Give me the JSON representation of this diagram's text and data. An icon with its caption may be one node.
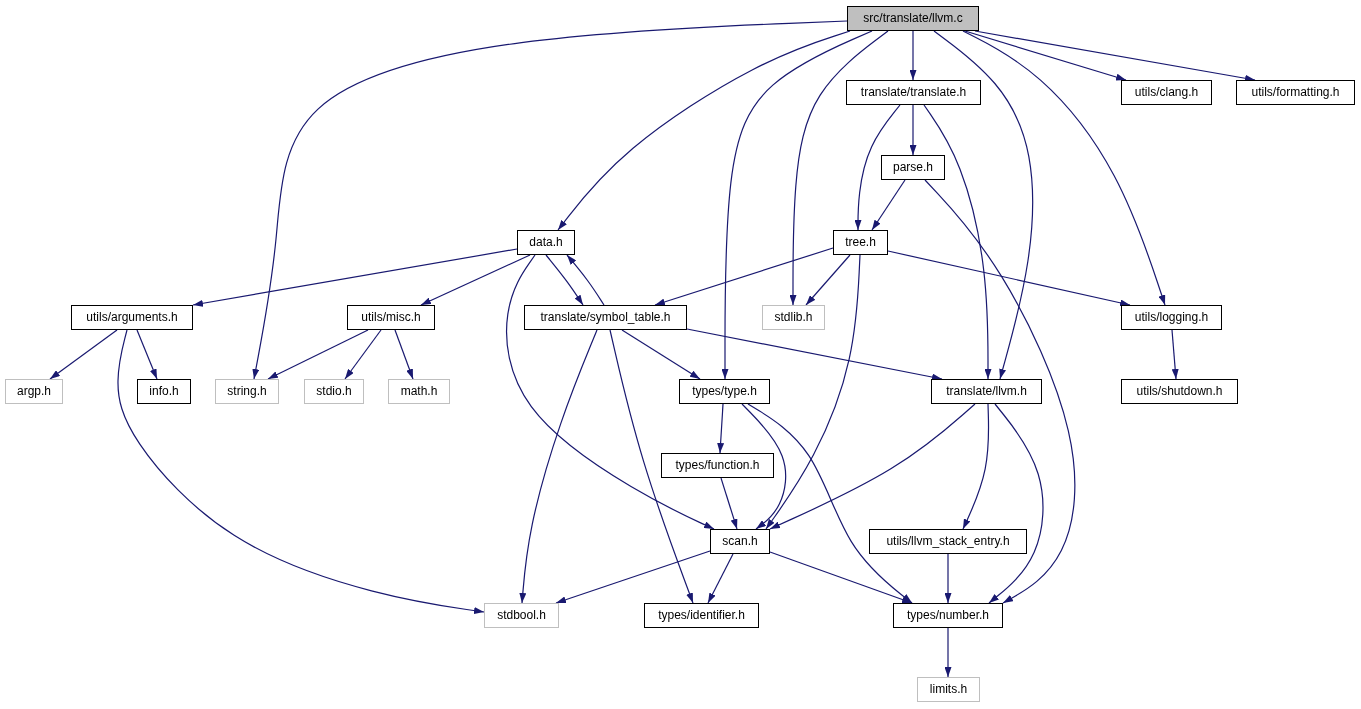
{
  "diagram": {
    "nodes": [
      {
        "text": [
          "src/translate/llvm.c"
        ]
      },
      {
        "text": [
          "translate/translate.h"
        ]
      },
      {
        "text": [
          "utils/clang.h"
        ]
      },
      {
        "text": [
          "utils/formatting.h"
        ]
      },
      {
        "text": [
          "parse.h"
        ]
      },
      {
        "text": [
          "data.h"
        ]
      },
      {
        "text": [
          "tree.h"
        ]
      },
      {
        "text": [
          "utils/arguments.h"
        ]
      },
      {
        "text": [
          "utils/misc.h"
        ]
      },
      {
        "text": [
          "translate/symbol_table.h"
        ]
      },
      {
        "text": [
          "stdlib.h"
        ]
      },
      {
        "text": [
          "utils/logging.h"
        ]
      },
      {
        "text": [
          "argp.h"
        ]
      },
      {
        "text": [
          "info.h"
        ]
      },
      {
        "text": [
          "string.h"
        ]
      },
      {
        "text": [
          "stdio.h"
        ]
      },
      {
        "text": [
          "math.h"
        ]
      },
      {
        "text": [
          "types/type.h"
        ]
      },
      {
        "text": [
          "translate/llvm.h"
        ]
      },
      {
        "text": [
          "utils/shutdown.h"
        ]
      },
      {
        "text": [
          "types/function.h"
        ]
      },
      {
        "text": [
          "scan.h"
        ]
      },
      {
        "text": [
          "utils/llvm_stack_entry.h"
        ]
      },
      {
        "text": [
          "stdbool.h"
        ]
      },
      {
        "text": [
          "types/identifier.h"
        ]
      },
      {
        "text": [
          "types/number.h"
        ]
      },
      {
        "text": [
          "limits.h"
        ]
      }
    ],
    "edges": [
      {
        "from": 0,
        "to": 14,
        "arrow": "to"
      },
      {
        "from": 0,
        "to": 5,
        "arrow": "to"
      },
      {
        "from": 0,
        "to": 17,
        "arrow": "to"
      },
      {
        "from": 0,
        "to": 10,
        "arrow": "to"
      },
      {
        "from": 0,
        "to": 1,
        "arrow": "to"
      },
      {
        "from": 0,
        "to": 18,
        "arrow": "to"
      },
      {
        "from": 0,
        "to": 11,
        "arrow": "to"
      },
      {
        "from": 0,
        "to": 2,
        "arrow": "to"
      },
      {
        "from": 0,
        "to": 3,
        "arrow": "to"
      },
      {
        "from": 1,
        "to": 4,
        "arrow": "to"
      },
      {
        "from": 1,
        "to": 6,
        "arrow": "to"
      },
      {
        "from": 1,
        "to": 18,
        "arrow": "to"
      },
      {
        "from": 4,
        "to": 6,
        "arrow": "to"
      },
      {
        "from": 4,
        "to": 25,
        "arrow": "to"
      },
      {
        "from": 6,
        "to": 9,
        "arrow": "to"
      },
      {
        "from": 6,
        "to": 10,
        "arrow": "to"
      },
      {
        "from": 6,
        "to": 11,
        "arrow": "to"
      },
      {
        "from": 6,
        "to": 21,
        "arrow": "to"
      },
      {
        "from": 5,
        "to": 7,
        "arrow": "to"
      },
      {
        "from": 5,
        "to": 8,
        "arrow": "to"
      },
      {
        "from": 5,
        "to": 9,
        "arrow": "to"
      },
      {
        "from": 5,
        "to": 21,
        "arrow": "to"
      },
      {
        "from": 9,
        "to": 5,
        "arrow": "to"
      },
      {
        "from": 9,
        "to": 17,
        "arrow": "to"
      },
      {
        "from": 9,
        "to": 18,
        "arrow": "to"
      },
      {
        "from": 9,
        "to": 23,
        "arrow": "to"
      },
      {
        "from": 9,
        "to": 24,
        "arrow": "to"
      },
      {
        "from": 7,
        "to": 12,
        "arrow": "to"
      },
      {
        "from": 7,
        "to": 13,
        "arrow": "to"
      },
      {
        "from": 7,
        "to": 23,
        "arrow": "to"
      },
      {
        "from": 8,
        "to": 14,
        "arrow": "to"
      },
      {
        "from": 8,
        "to": 15,
        "arrow": "to"
      },
      {
        "from": 8,
        "to": 16,
        "arrow": "to"
      },
      {
        "from": 11,
        "to": 19,
        "arrow": "to"
      },
      {
        "from": 17,
        "to": 20,
        "arrow": "to"
      },
      {
        "from": 17,
        "to": 21,
        "arrow": "to"
      },
      {
        "from": 17,
        "to": 25,
        "arrow": "to"
      },
      {
        "from": 18,
        "to": 21,
        "arrow": "to"
      },
      {
        "from": 18,
        "to": 22,
        "arrow": "to"
      },
      {
        "from": 18,
        "to": 25,
        "arrow": "to"
      },
      {
        "from": 20,
        "to": 21,
        "arrow": "to"
      },
      {
        "from": 21,
        "to": 23,
        "arrow": "to"
      },
      {
        "from": 21,
        "to": 24,
        "arrow": "to"
      },
      {
        "from": 21,
        "to": 25,
        "arrow": "to"
      },
      {
        "from": 22,
        "to": 25,
        "arrow": "to"
      },
      {
        "from": 25,
        "to": 26,
        "arrow": "to"
      }
    ]
  }
}
